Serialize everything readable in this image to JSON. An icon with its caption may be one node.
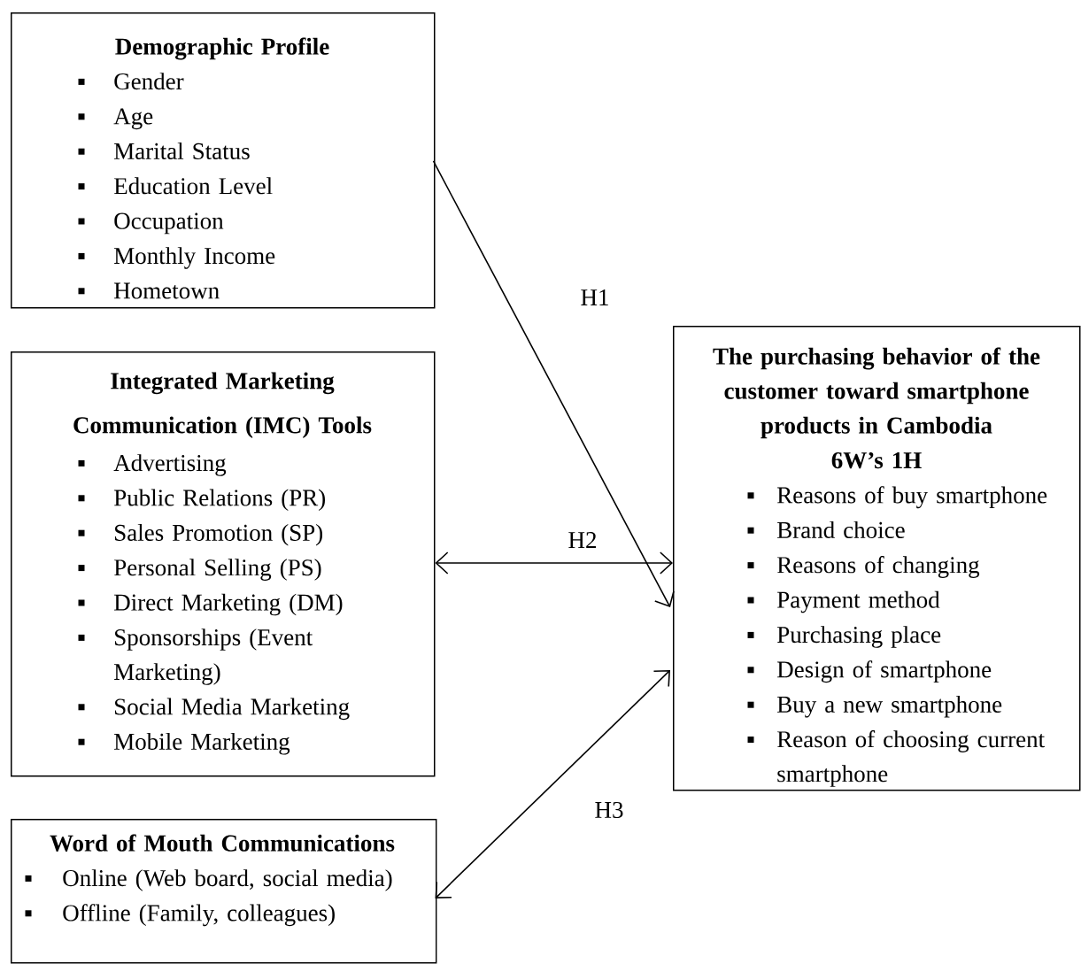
{
  "diagram": {
    "nodes": [
      {
        "text": [
          "Demographic Profile",
          "Gender",
          "Age",
          "Marital Status",
          "Education Level",
          "Occupation",
          "Monthly Income",
          "Hometown"
        ]
      },
      {
        "text": [
          "Integrated Marketing Communication (IMC) Tools",
          "Advertising",
          "Public Relations (PR)",
          "Sales Promotion (SP)",
          "Personal Selling (PS)",
          "Direct Marketing (DM)",
          "Sponsorships (Event Marketing)",
          "Social Media Marketing",
          "Mobile Marketing"
        ]
      },
      {
        "text": [
          "Word of Mouth Communications",
          "Online (Web board, social media)",
          "Offline (Family, colleagues)"
        ]
      },
      {
        "text": [
          "The purchasing behavior of the customer toward smartphone products in Cambodia",
          "6W’s 1H",
          "Reasons of buy smartphone",
          "Brand choice",
          "Reasons of changing",
          "Payment method",
          "Purchasing place",
          "Design of smartphone",
          "Buy a new smartphone",
          "Reason of choosing current smartphone"
        ]
      }
    ],
    "edges": [
      {
        "from": 0,
        "to": 3,
        "arrow": "to",
        "label": "H1"
      },
      {
        "from": 1,
        "to": 3,
        "arrow": "both",
        "label": "H2"
      },
      {
        "from": 2,
        "to": 3,
        "arrow": "both",
        "label": "H3"
      }
    ]
  }
}
